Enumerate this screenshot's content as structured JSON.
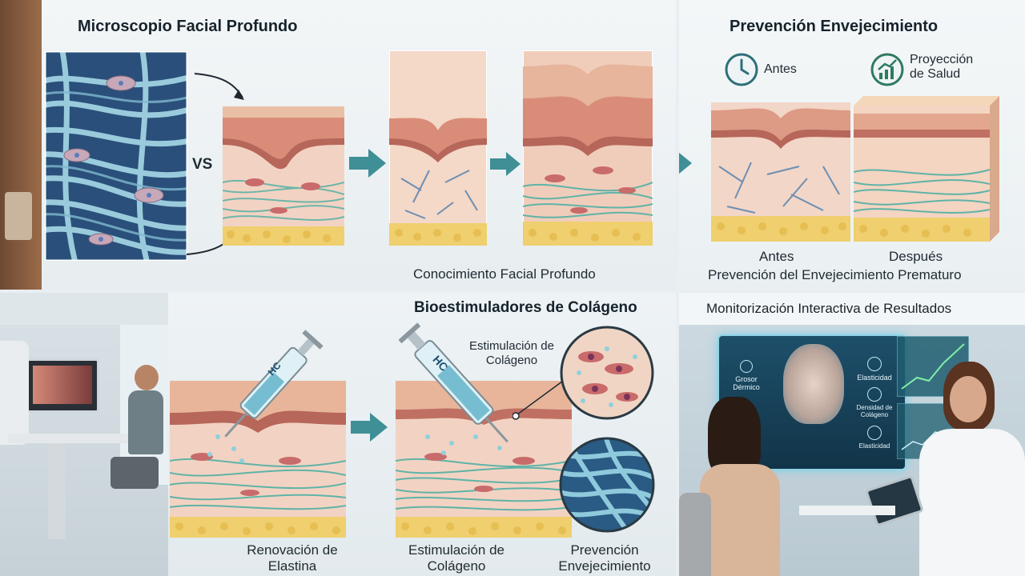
{
  "top_left": {
    "title": "Microscopio Facial Profundo",
    "vs_label": "VS",
    "caption": "Conocimiento Facial Profundo"
  },
  "top_right": {
    "title": "Prevención Envejecimiento",
    "legend_before": "Antes",
    "legend_projection": "Proyección de Salud",
    "label_before": "Antes",
    "label_after": "Después",
    "caption": "Prevención del Envejecimiento Prematuro"
  },
  "bottom_center": {
    "title": "Bioestimuladores de Colágeno",
    "syringe_label": "HC",
    "callout": "Estimulación de Colágeno",
    "label_elastin": "Renovación de Elastina",
    "label_collagen": "Estimulación de Colágeno",
    "label_prevention": "Prevención Envejecimiento"
  },
  "bottom_right": {
    "title": "Monitorización Interactiva de Resultados",
    "screen_labels": {
      "dermal_thickness": "Grosor Dérmico",
      "elasticity_top": "Elasticidad",
      "collagen_density": "Densidad de Colágeno",
      "elasticity_bottom": "Elasticidad"
    }
  },
  "colors": {
    "arrow": "#3f8f96",
    "collagen": "#5fb3a7",
    "epidermis": "#e8b59a",
    "fat": "#f0cf6a",
    "fiber_blue": "#8fc9dc"
  }
}
